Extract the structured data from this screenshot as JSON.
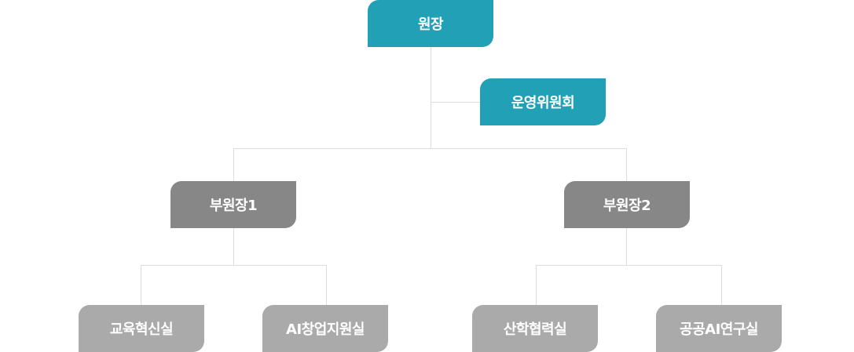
{
  "org_chart": {
    "director": "원장",
    "committee": "운영위원회",
    "vice_directors": [
      {
        "label": "부원장1",
        "offices": [
          "교육혁신실",
          "AI창업지원실"
        ]
      },
      {
        "label": "부원장2",
        "offices": [
          "산학협력실",
          "공공AI연구실"
        ]
      }
    ],
    "colors": {
      "top_level": "#22a0b5",
      "vice_level": "#878787",
      "office_level": "#aaaaaa",
      "connector": "#dcdcdc"
    }
  }
}
